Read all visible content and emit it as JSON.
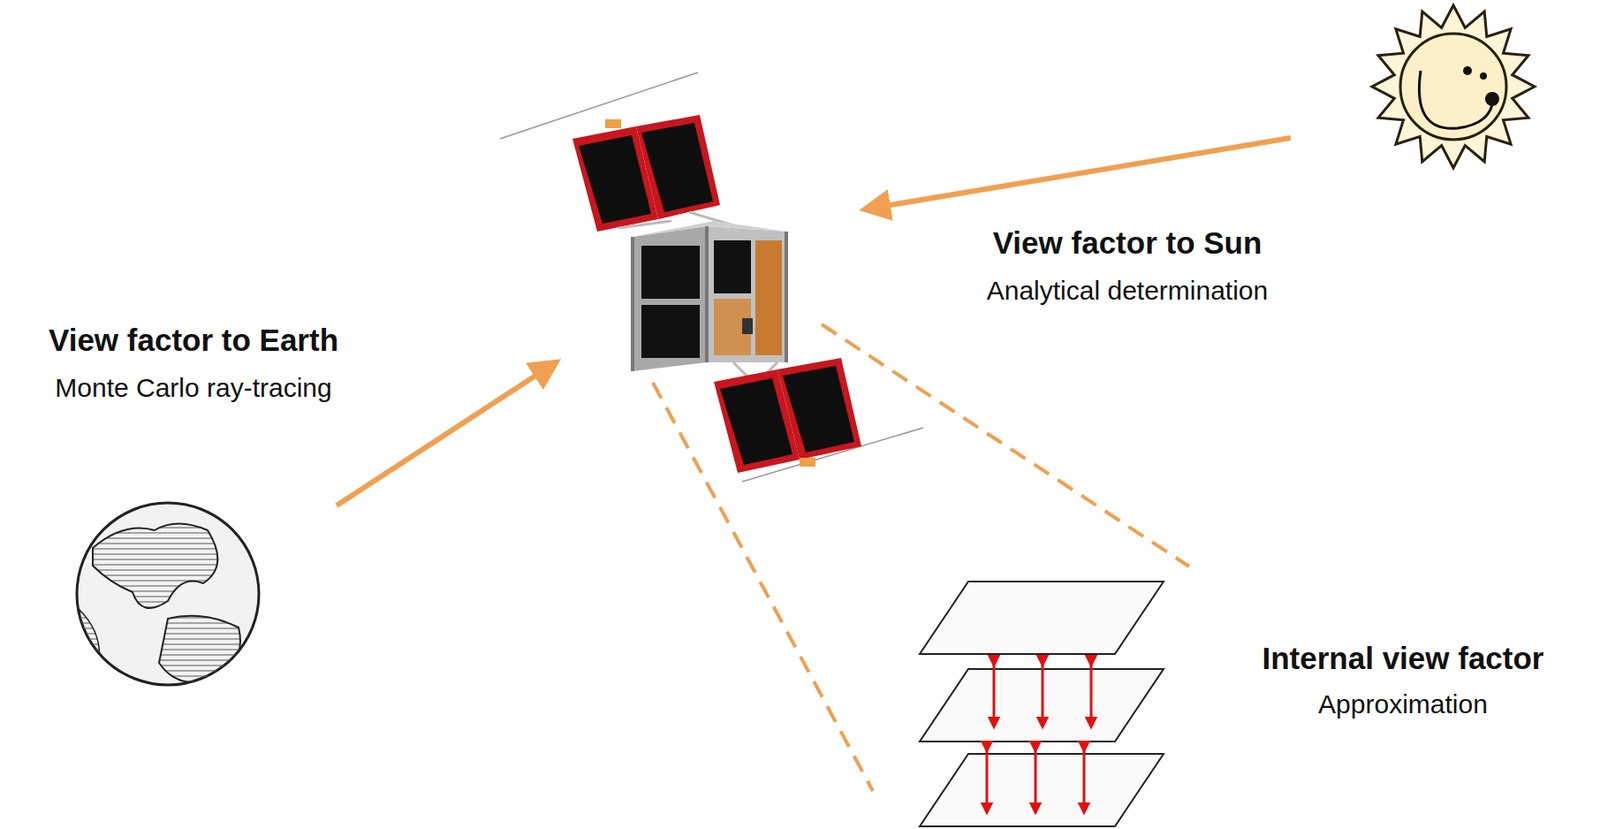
{
  "diagram": {
    "labels": [
      "View factor to Earth",
      "Monte Carlo ray-tracing",
      "View factor to Sun",
      "Analytical determination",
      "Internal view factor",
      "Approximation"
    ]
  }
}
